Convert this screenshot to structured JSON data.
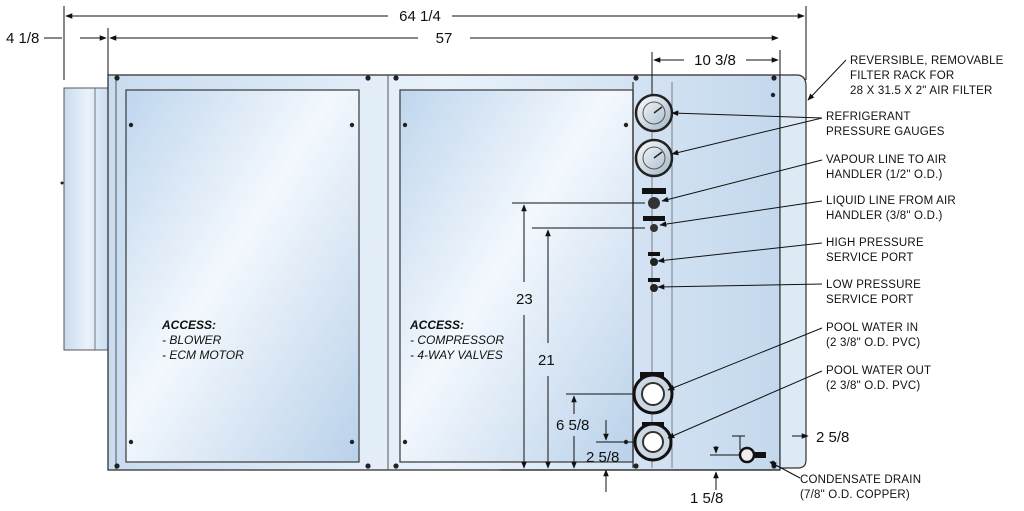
{
  "dimensions": {
    "overall_width": "64 1/4",
    "left_offset": "4 1/8",
    "cabinet_width": "57",
    "filter_offset": "10 3/8",
    "vapour_height": "23",
    "liquid_height": "21",
    "pool_in_height": "6 5/8",
    "pool_out_height": "2 5/8",
    "condensate_height": "1 5/8",
    "condensate_offset": "2 5/8"
  },
  "access_panels": [
    {
      "heading": "ACCESS:",
      "lines": [
        "- BLOWER",
        "- ECM MOTOR"
      ]
    },
    {
      "heading": "ACCESS:",
      "lines": [
        "- COMPRESSOR",
        "- 4-WAY VALVES"
      ]
    }
  ],
  "callouts": [
    {
      "lines": [
        "REVERSIBLE, REMOVABLE",
        "FILTER RACK FOR",
        "28 X 31.5 X 2\" AIR FILTER"
      ]
    },
    {
      "lines": [
        "REFRIGERANT",
        "PRESSURE GAUGES"
      ]
    },
    {
      "lines": [
        "VAPOUR LINE TO AIR",
        "HANDLER (1/2\" O.D.)"
      ]
    },
    {
      "lines": [
        "LIQUID LINE FROM AIR",
        "HANDLER (3/8\" O.D.)"
      ]
    },
    {
      "lines": [
        "HIGH PRESSURE",
        "SERVICE PORT"
      ]
    },
    {
      "lines": [
        "LOW PRESSURE",
        "SERVICE PORT"
      ]
    },
    {
      "lines": [
        "POOL WATER IN",
        "(2 3/8\" O.D. PVC)"
      ]
    },
    {
      "lines": [
        "POOL WATER OUT",
        "(2 3/8\" O.D. PVC)"
      ]
    },
    {
      "lines": [
        "CONDENSATE DRAIN",
        "(7/8\" O.D. COPPER)"
      ]
    }
  ]
}
